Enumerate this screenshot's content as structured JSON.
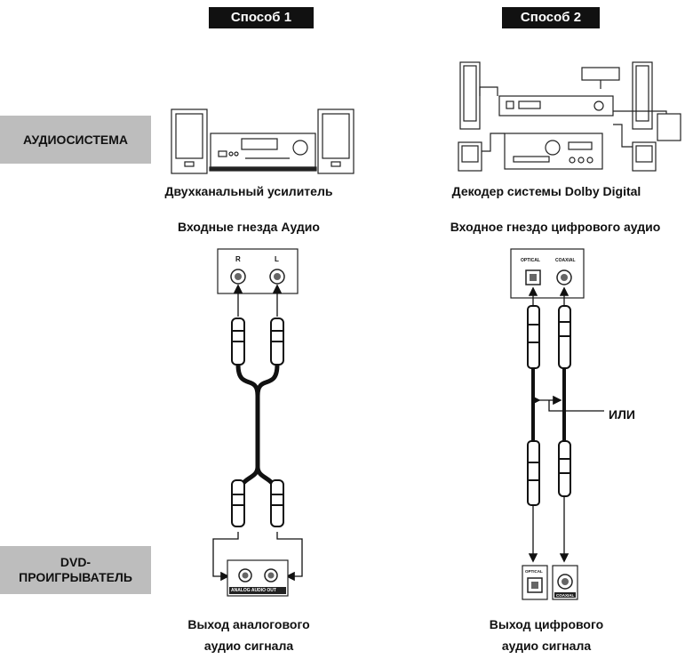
{
  "method1": {
    "label": "Способ 1"
  },
  "method2": {
    "label": "Способ 2"
  },
  "side_labels": {
    "audio_system": "АУДИОСИСТЕМА",
    "dvd_player_line1": "DVD-",
    "dvd_player_line2": "ПРОИГРЫВАТЕЛЬ"
  },
  "left": {
    "amp_caption": "Двухканальный усилитель",
    "input_caption": "Входные гнезда Аудио",
    "jack_r": "R",
    "jack_l": "L",
    "output_panel_label": "ANALOG AUDIO OUT",
    "output_caption_line1": "Выход аналогового",
    "output_caption_line2": "аудио сигнала"
  },
  "right": {
    "decoder_caption": "Декодер системы Dolby Digital",
    "input_caption": "Входное гнездо цифрового аудио",
    "optical_label": "OPTICAL",
    "coaxial_label": "COAXIAL",
    "or_label": "ИЛИ",
    "output_caption_line1": "Выход цифрового",
    "output_caption_line2": "аудио сигнала"
  }
}
